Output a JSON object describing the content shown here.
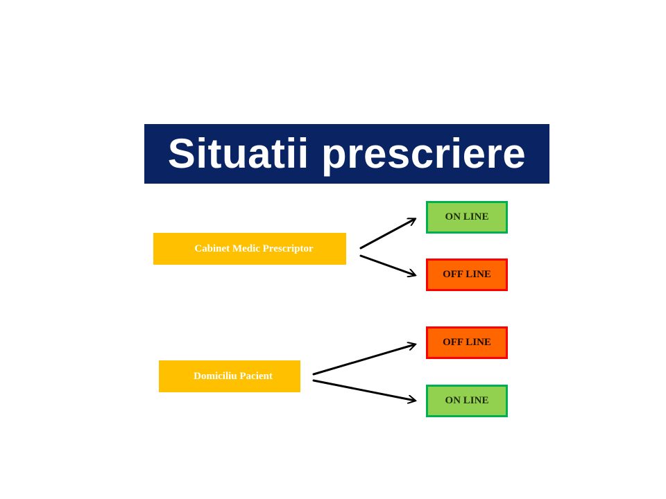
{
  "title": "Situatii prescriere",
  "sources": [
    {
      "label": "Cabinet Medic Prescriptor",
      "targets": [
        {
          "label": "ON LINE",
          "status": "online"
        },
        {
          "label": "OFF LINE",
          "status": "offline"
        }
      ]
    },
    {
      "label": "Domiciliu Pacient",
      "targets": [
        {
          "label": "OFF LINE",
          "status": "offline"
        },
        {
          "label": "ON LINE",
          "status": "online"
        }
      ]
    }
  ],
  "colors": {
    "title_background": "#0a2463",
    "source_background": "#ffc000",
    "online_fill": "#92d050",
    "online_border": "#00b050",
    "offline_fill": "#ff6600",
    "offline_border": "#ff0000",
    "arrow": "#000000"
  }
}
